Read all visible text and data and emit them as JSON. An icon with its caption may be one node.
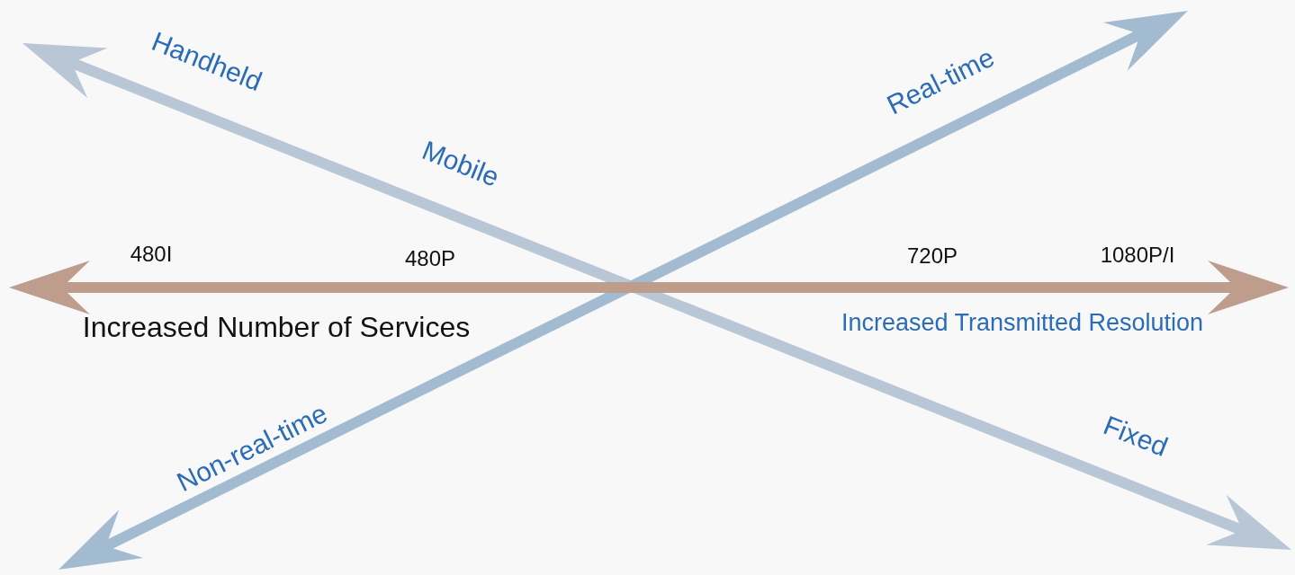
{
  "diagram": {
    "labels": [
      "Handheld",
      "Real-time",
      "Mobile",
      "480I",
      "480P",
      "720P",
      "1080P/I",
      "Increased Number of Services",
      "Increased Transmitted Resolution",
      "Non-real-time",
      "Fixed"
    ]
  }
}
